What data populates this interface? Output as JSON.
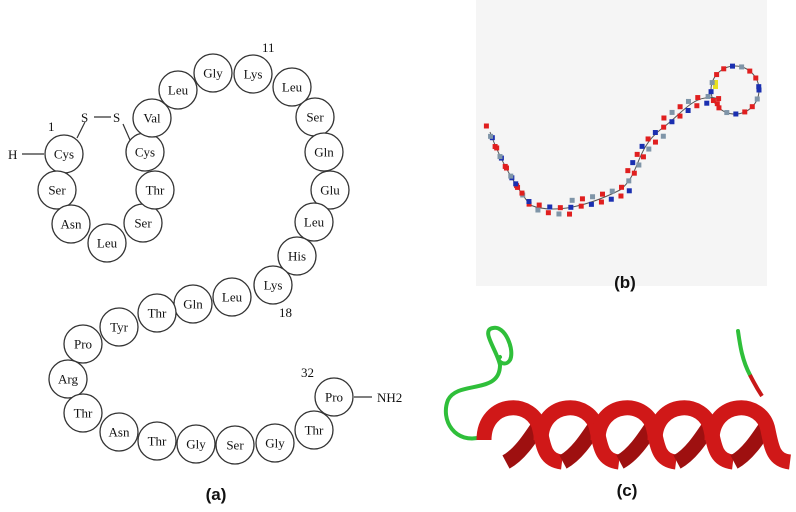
{
  "panel_a": {
    "label": "(a)",
    "n_terminus": "H",
    "c_terminus": "NH2",
    "disulfide": [
      "S",
      "S"
    ],
    "position_labels": [
      "1",
      "11",
      "18",
      "32"
    ],
    "residues": [
      "Cys",
      "Ser",
      "Asn",
      "Leu",
      "Ser",
      "Thr",
      "Cys",
      "Val",
      "Leu",
      "Gly",
      "Lys",
      "Leu",
      "Ser",
      "Gln",
      "Glu",
      "Leu",
      "His",
      "Lys",
      "Leu",
      "Gln",
      "Thr",
      "Tyr",
      "Pro",
      "Arg",
      "Thr",
      "Asn",
      "Thr",
      "Gly",
      "Ser",
      "Gly",
      "Thr",
      "Pro"
    ]
  },
  "panel_b": {
    "label": "(b)"
  },
  "panel_c": {
    "label": "(c)"
  },
  "colors": {
    "helix": "#d01818",
    "coil": "#2fbf3a",
    "oxygen": "#e01f1f",
    "nitrogen": "#1a2fb0",
    "carbon": "#7f95a8",
    "sulfur": "#e8e020",
    "panel_b_bg": "#f5f5f5"
  }
}
